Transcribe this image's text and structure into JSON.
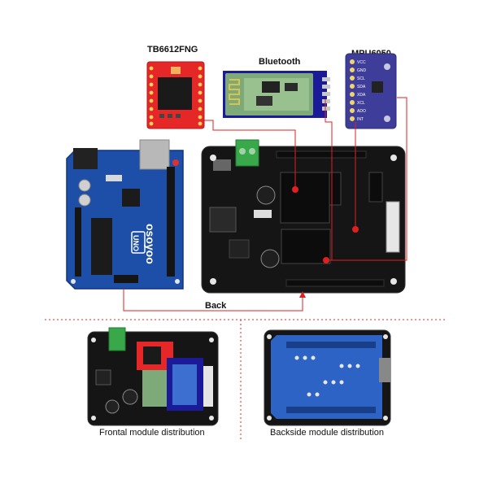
{
  "labels": {
    "tb6612": "TB6612FNG",
    "bluetooth": "Bluetooth",
    "mpu6050": "MPU6050",
    "back": "Back"
  },
  "captions": {
    "front": "Frontal module distribution",
    "backside": "Backside module distribution"
  },
  "board_text": {
    "uno_brand": "osoyoo",
    "uno_model": "UNO",
    "mpu_pins": [
      "VCC",
      "GND",
      "SCL",
      "SDA",
      "XDA",
      "XCL",
      "ADO",
      "INT"
    ]
  },
  "colors": {
    "uno_blue": "#1d4fa8",
    "shield_black": "#151515",
    "driver_red": "#e52727",
    "mpu_purple": "#3f3d9a",
    "bt_green": "#6ea26b",
    "terminal_green": "#38a84a",
    "connector_red": "#e02020",
    "divider_red": "#d03030"
  }
}
